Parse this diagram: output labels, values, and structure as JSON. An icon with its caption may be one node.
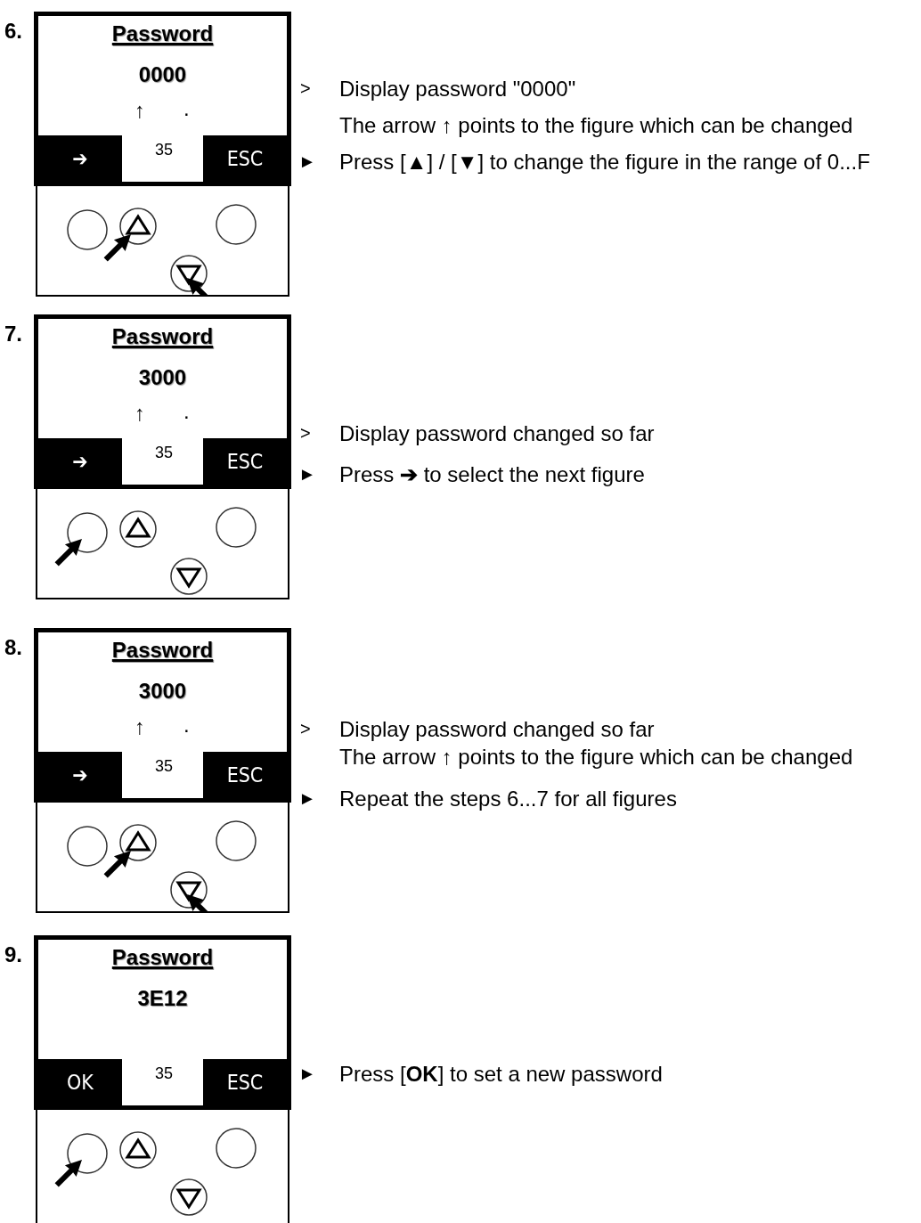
{
  "diagram": {
    "nodes": [
      {
        "text": [
          "Password",
          "0000",
          "↑",
          ".",
          "35"
        ],
        "beside": [
          "6."
        ]
      },
      {
        "text": [
          "➔"
        ],
        "in": 0
      },
      {
        "text": [
          "ESC"
        ],
        "in": 0
      },
      {
        "text": [
          "Password",
          "3000",
          "↑",
          ".",
          "35"
        ],
        "beside": [
          "7."
        ]
      },
      {
        "text": [
          "➔"
        ],
        "in": 3
      },
      {
        "text": [
          "ESC"
        ],
        "in": 3
      },
      {
        "text": [
          "Password",
          "3000",
          "↑",
          ".",
          "35"
        ],
        "beside": [
          "8."
        ]
      },
      {
        "text": [
          "➔"
        ],
        "in": 6
      },
      {
        "text": [
          "ESC"
        ],
        "in": 6
      },
      {
        "text": [
          "Password",
          "3E12",
          "35"
        ],
        "beside": [
          "9."
        ]
      },
      {
        "text": [
          "OK"
        ],
        "in": 9
      },
      {
        "text": [
          "ESC"
        ],
        "in": 9
      }
    ],
    "edges": [],
    "labels": [
      ">",
      "Display password \"0000\"",
      "The arrow ↑ points to the figure which can be changed",
      "►",
      "Press [▲] / [▼] to change the figure in the range of 0...F",
      ">",
      "Display password changed so far",
      "►",
      "Press **➔** to select the next figure",
      ">",
      "Display password changed so far",
      "The arrow ↑ points to the figure which can be changed",
      "►",
      "Repeat the steps 6...7 for all figures",
      "►",
      "Press [**OK**] to set a new password"
    ]
  }
}
